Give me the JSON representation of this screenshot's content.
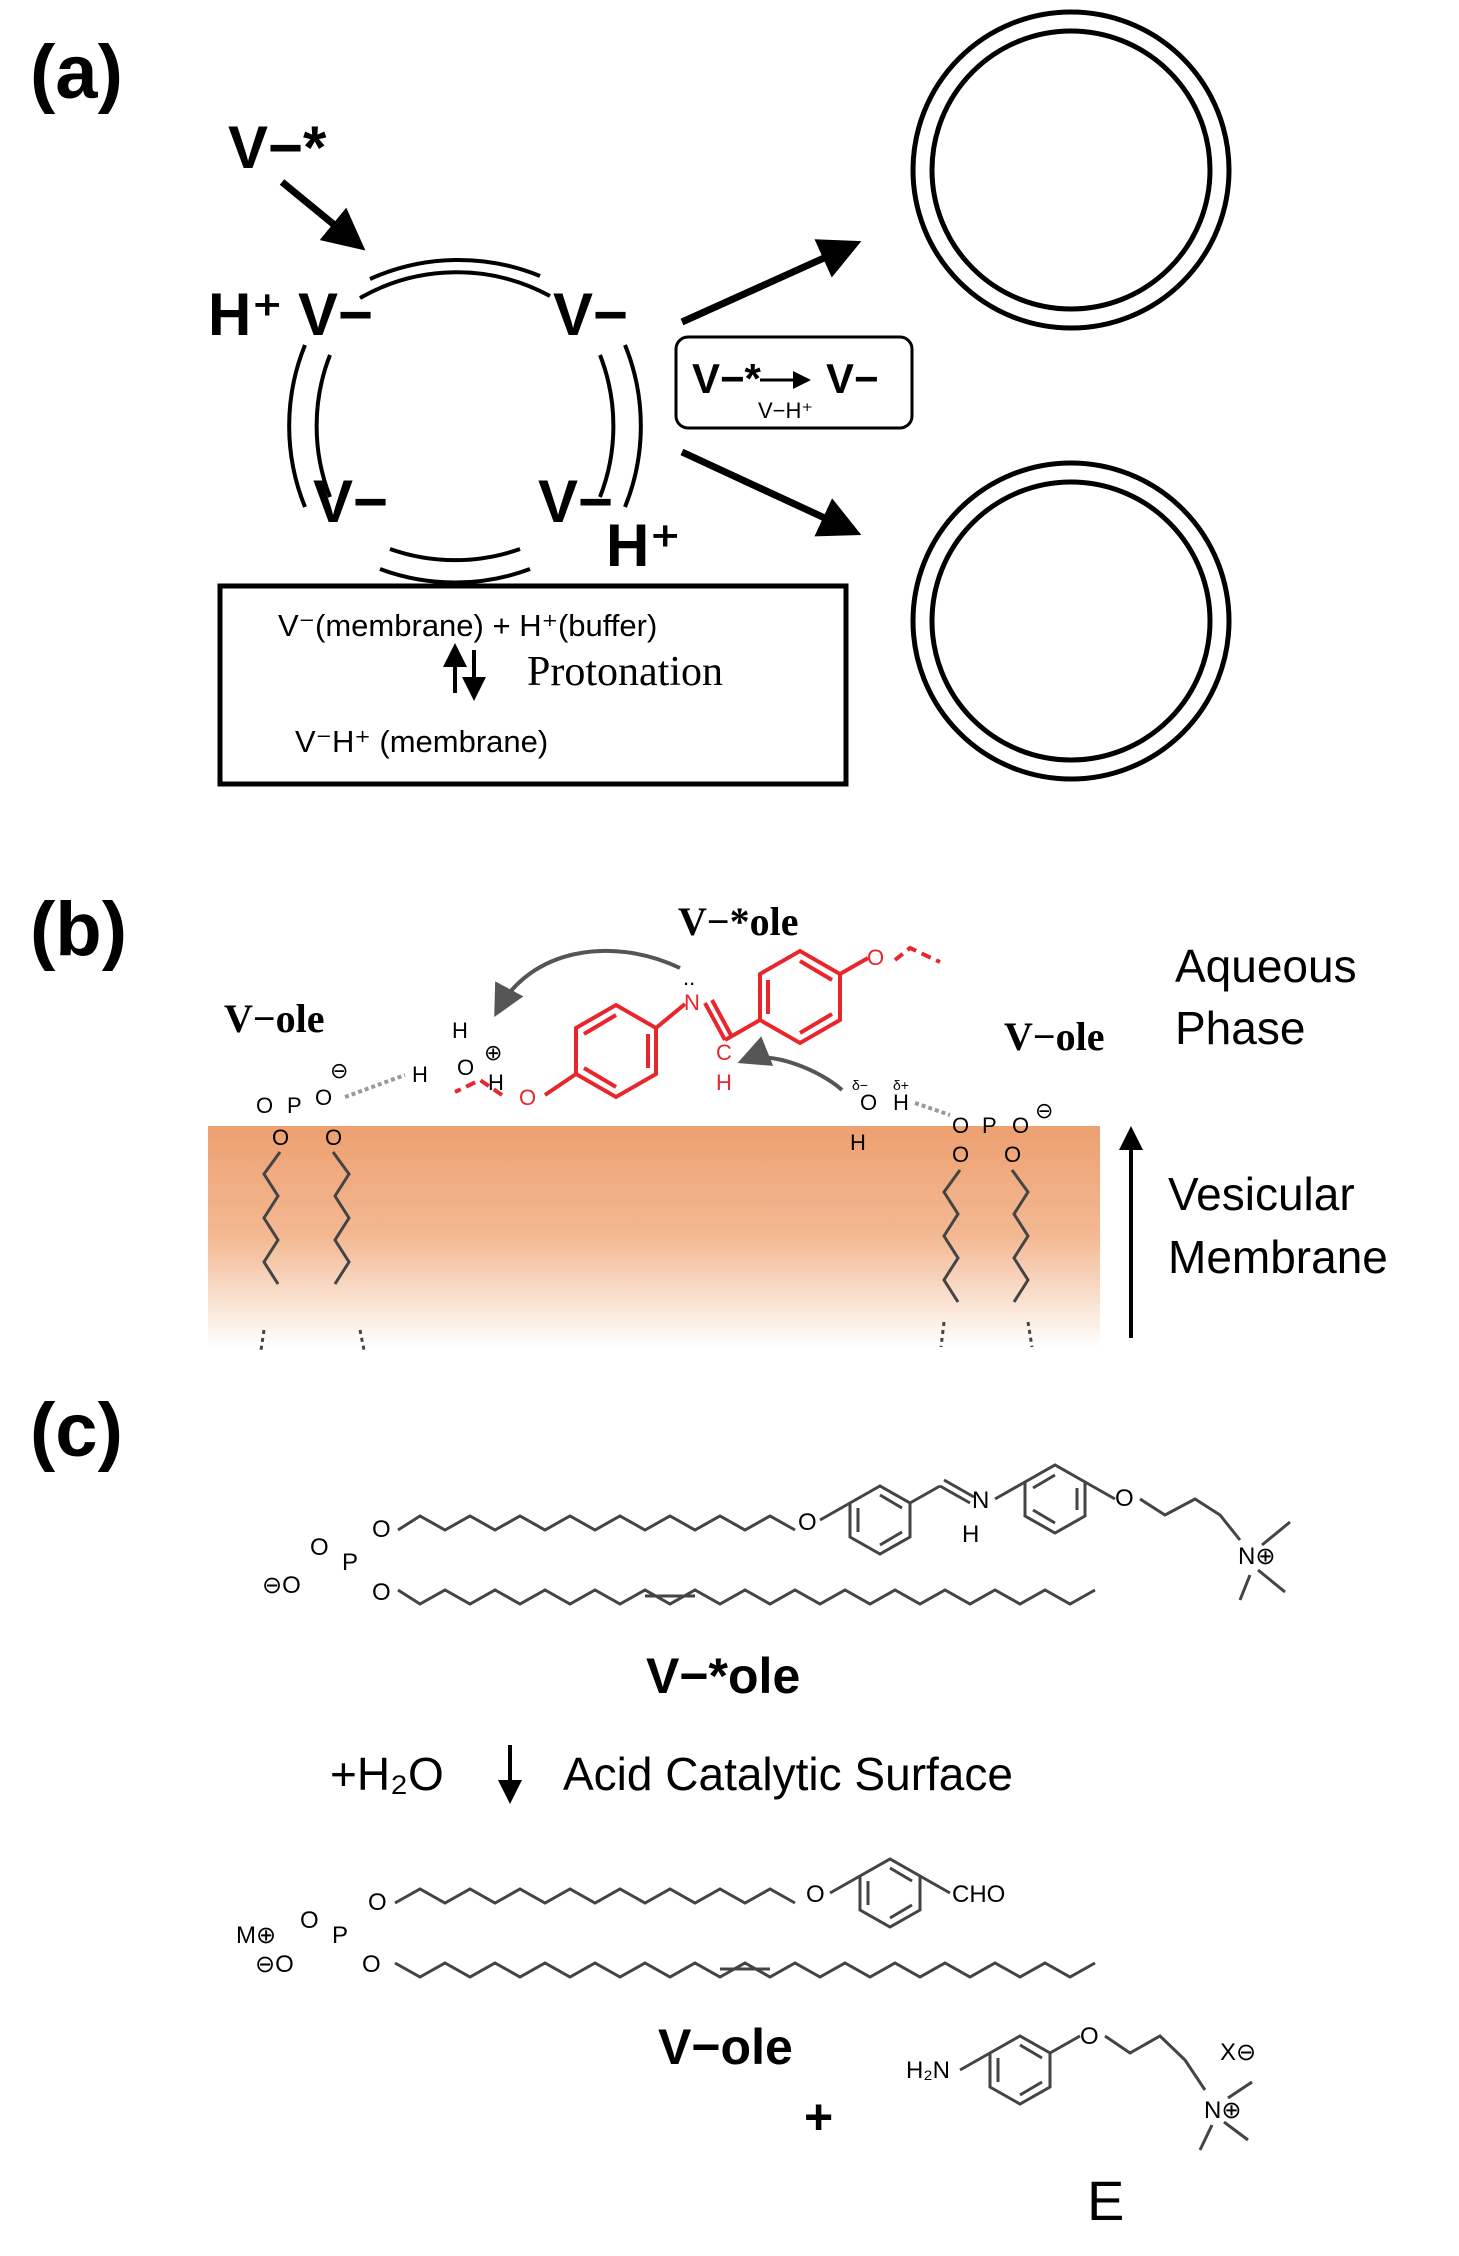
{
  "panel_a": {
    "label": "(a)",
    "v_star": "V−*",
    "h_plus_left": "H⁺",
    "v_minus": "V−",
    "h_plus_bottom": "H⁺",
    "mid_box": {
      "from": "V−*",
      "to": "V−",
      "catalyst": "V−H⁺"
    },
    "protonation_box": {
      "line1": "V⁻(membrane) + H⁺(buffer)",
      "arrows": "⇅",
      "label": "Protonation",
      "line2": "V⁻H⁺ (membrane)"
    }
  },
  "panel_b": {
    "label": "(b)",
    "center_label": "V−*ole",
    "left_label": "V−ole",
    "right_label": "V−ole",
    "aqueous_line1": "Aqueous",
    "aqueous_line2": "Phase",
    "vesicular_line1": "Vesicular",
    "vesicular_line2": "Membrane",
    "atoms": {
      "H": "H",
      "O": "O",
      "P": "P",
      "N": "N",
      "C": "C",
      "minus": "⊖",
      "plus": "⊕",
      "delta_minus": "δ−",
      "delta_plus": "δ+"
    },
    "colors": {
      "membrane": "#eda070",
      "highlight": "#e8262c"
    }
  },
  "panel_c": {
    "label": "(c)",
    "reactant_label": "V−*ole",
    "reagent": "+H₂O",
    "condition": "Acid Catalytic Surface",
    "product_label": "V−ole",
    "plus": "+",
    "e_label": "E",
    "atoms": {
      "O": "O",
      "P": "P",
      "N": "N",
      "H": "H",
      "M": "M⊕",
      "X": "X⊖",
      "N_plus": "N⊕",
      "minus_O": "⊖O",
      "CHO": "CHO",
      "H2N": "H₂N"
    }
  }
}
